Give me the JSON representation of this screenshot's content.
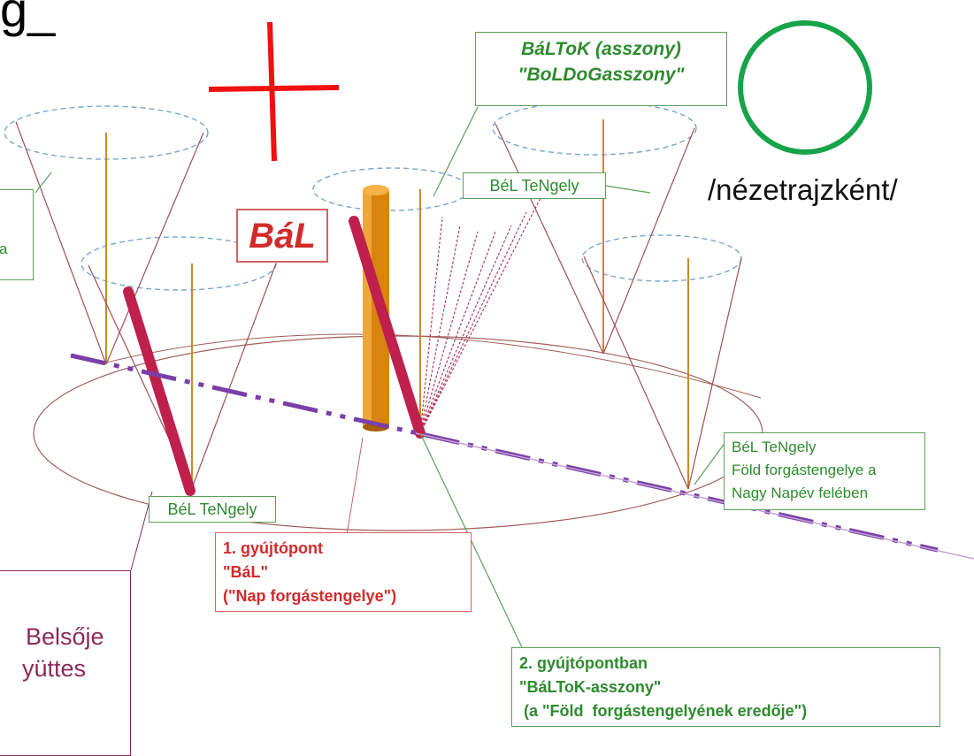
{
  "top_left_glyphs": "g_",
  "caption_right": "/nézetrajzként/",
  "label_baltok": {
    "line1": "BáLToK (asszony)",
    "line2": "\"BoLDoGasszony\""
  },
  "label_bal_big": "BáL",
  "label_bel_axis_top": "BéL TeNgely",
  "label_bel_axis_left": "BéL TeNgely",
  "label_bel_axis_right": {
    "line1": "BéL TeNgely",
    "line2": "Föld forgástengelye a",
    "line3": "Nagy Napév felében"
  },
  "label_focus1": {
    "line1": "1. gyújtópont",
    "line2": "\"BáL\"",
    "line3": "(\"Nap forgástengelye\")"
  },
  "label_focus2": {
    "line1": "2. gyújtópontban",
    "line2": "\"BáLToK-asszony\"",
    "line3": " (a \"Föld  forgástengelyének eredője\")"
  },
  "label_left_cut_a": "a",
  "label_left_cut_box": {
    "line1": "Belsője",
    "line2": "yüttes"
  },
  "colors": {
    "green_label": "#2e8b2e",
    "red_label": "#d12b2b",
    "purple_box_text": "#8b2a5a",
    "gold_pillar": "#d9840f",
    "crimson_rod": "#c0204c",
    "orbit_dashed_blue": "#7aa6c8",
    "orbit_brown": "#a0605a",
    "dash_dot_line": "#7b3fa8",
    "red_cross": "#ee1111",
    "green_circle": "#16a34a"
  }
}
